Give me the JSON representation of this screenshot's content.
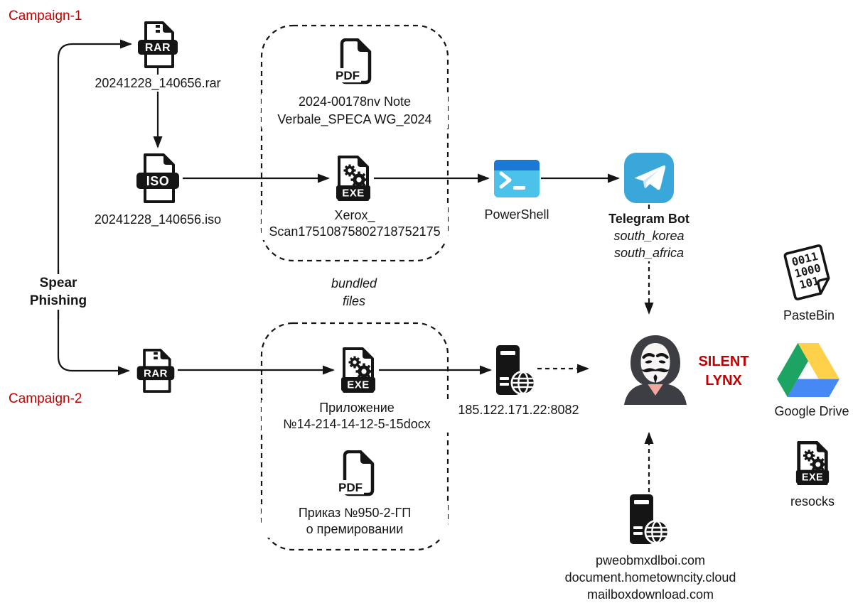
{
  "colors": {
    "red": "#c00000",
    "ink": "#151515",
    "telegram_blue": "#3aa7da",
    "powershell_top": "#1b78d4",
    "powershell_body": "#4cc2ea",
    "drive_green": "#1da462",
    "drive_yellow": "#ffd04a",
    "drive_blue": "#4688f4",
    "collar_pink": "#f2a79f"
  },
  "labels": {
    "campaign1": "Campaign-1",
    "campaign2": "Campaign-2",
    "spear_line1": "Spear",
    "spear_line2": "Phishing",
    "bundled_line1": "bundled",
    "bundled_line2": "files"
  },
  "campaign1": {
    "rar_file": "20241228_140656.rar",
    "iso_file": "20241228_140656.iso",
    "pdf_line1": "2024-00178nv Note",
    "pdf_line2": "Verbale_SPECA WG_2024",
    "exe_line1": "Xerox_",
    "exe_line2": "Scan17510875802718752175",
    "powershell": "PowerShell",
    "telegram_title": "Telegram Bot",
    "telegram_channels": [
      "south_korea",
      "south_africa"
    ]
  },
  "campaign2": {
    "exe_line1": "Приложение",
    "exe_line2": "№14-214-14-12-5-15docx",
    "pdf_line1": "Приказ №950-2-ГП",
    "pdf_line2": "о премировании",
    "c2_server": "185.122.171.22:8082"
  },
  "actor": {
    "name_line1": "SILENT",
    "name_line2": "LYNX"
  },
  "infrastructure": {
    "domains": [
      "pweobmxdlboi.com",
      "document.hometowncity.cloud",
      "mailboxdownload.com"
    ],
    "services": {
      "pastebin": "PasteBin",
      "google_drive": "Google Drive",
      "resocks": "resocks"
    }
  },
  "icons": {
    "rar_badge": "RAR",
    "iso_badge": "ISO",
    "exe_badge": "EXE",
    "pdf_badge": "PDF",
    "binary_lines": [
      "0011",
      "1000",
      "101"
    ]
  }
}
